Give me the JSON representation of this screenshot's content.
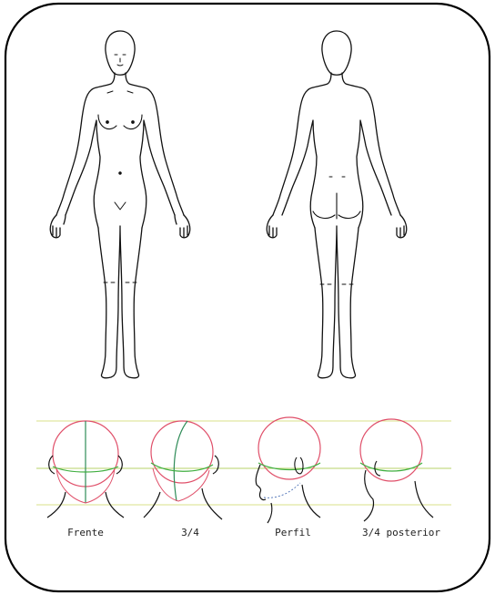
{
  "figure": {
    "heads": [
      {
        "key": "front",
        "label": "Frente"
      },
      {
        "key": "three_quarter",
        "label": "3/4"
      },
      {
        "key": "profile",
        "label": "Perfil"
      },
      {
        "key": "three_quarter_back",
        "label": "3/4 posterior"
      }
    ],
    "colors": {
      "frame": "#000000",
      "outline": "#111111",
      "circle": "#e0506a",
      "axis_vertical": "#2e8b57",
      "axis_horizontal": "#3fae3f",
      "guide_line": "#d8e08a",
      "label": "#222222"
    }
  }
}
